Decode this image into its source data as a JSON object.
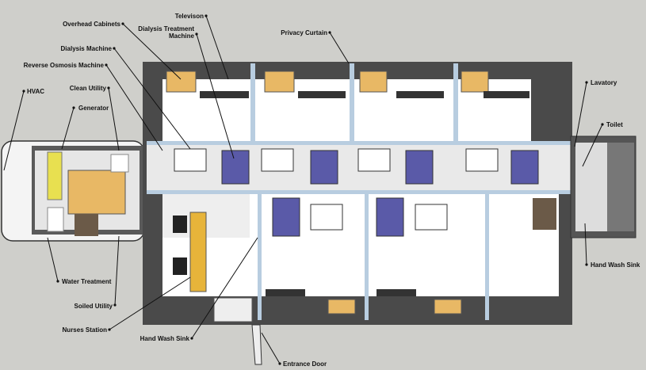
{
  "labels": {
    "overhead_cabinets": "Overhead Cabinets",
    "television": "Televison",
    "dialysis_treatment_machine_1": "Dialysis Treatment",
    "dialysis_treatment_machine_2": "Machine",
    "privacy_curtain": "Privacy Curtain",
    "dialysis_machine": "Dialysis Machine",
    "reverse_osmosis_machine": "Reverse Osmosis Machine",
    "clean_utility": "Clean Utility",
    "hvac": "HVAC",
    "generator": "Generator",
    "lavatory": "Lavatory",
    "toilet": "Toilet",
    "hand_wash_sink_right": "Hand Wash Sink",
    "water_treatment": "Water Treatment",
    "soiled_utility": "Soiled Utility",
    "nurses_station": "Nurses Station",
    "hand_wash_sink_bottom": "Hand Wash Sink",
    "entrance_door": "Entrance Door"
  },
  "colors": {
    "wall": "#4a4a4a",
    "floor": "#ffffff",
    "cabinet": "#e8b865",
    "chair": "#5a5aa8",
    "nurse_station": "#e7b43a",
    "generator": "#e8e050",
    "post": "#b8cde0"
  }
}
